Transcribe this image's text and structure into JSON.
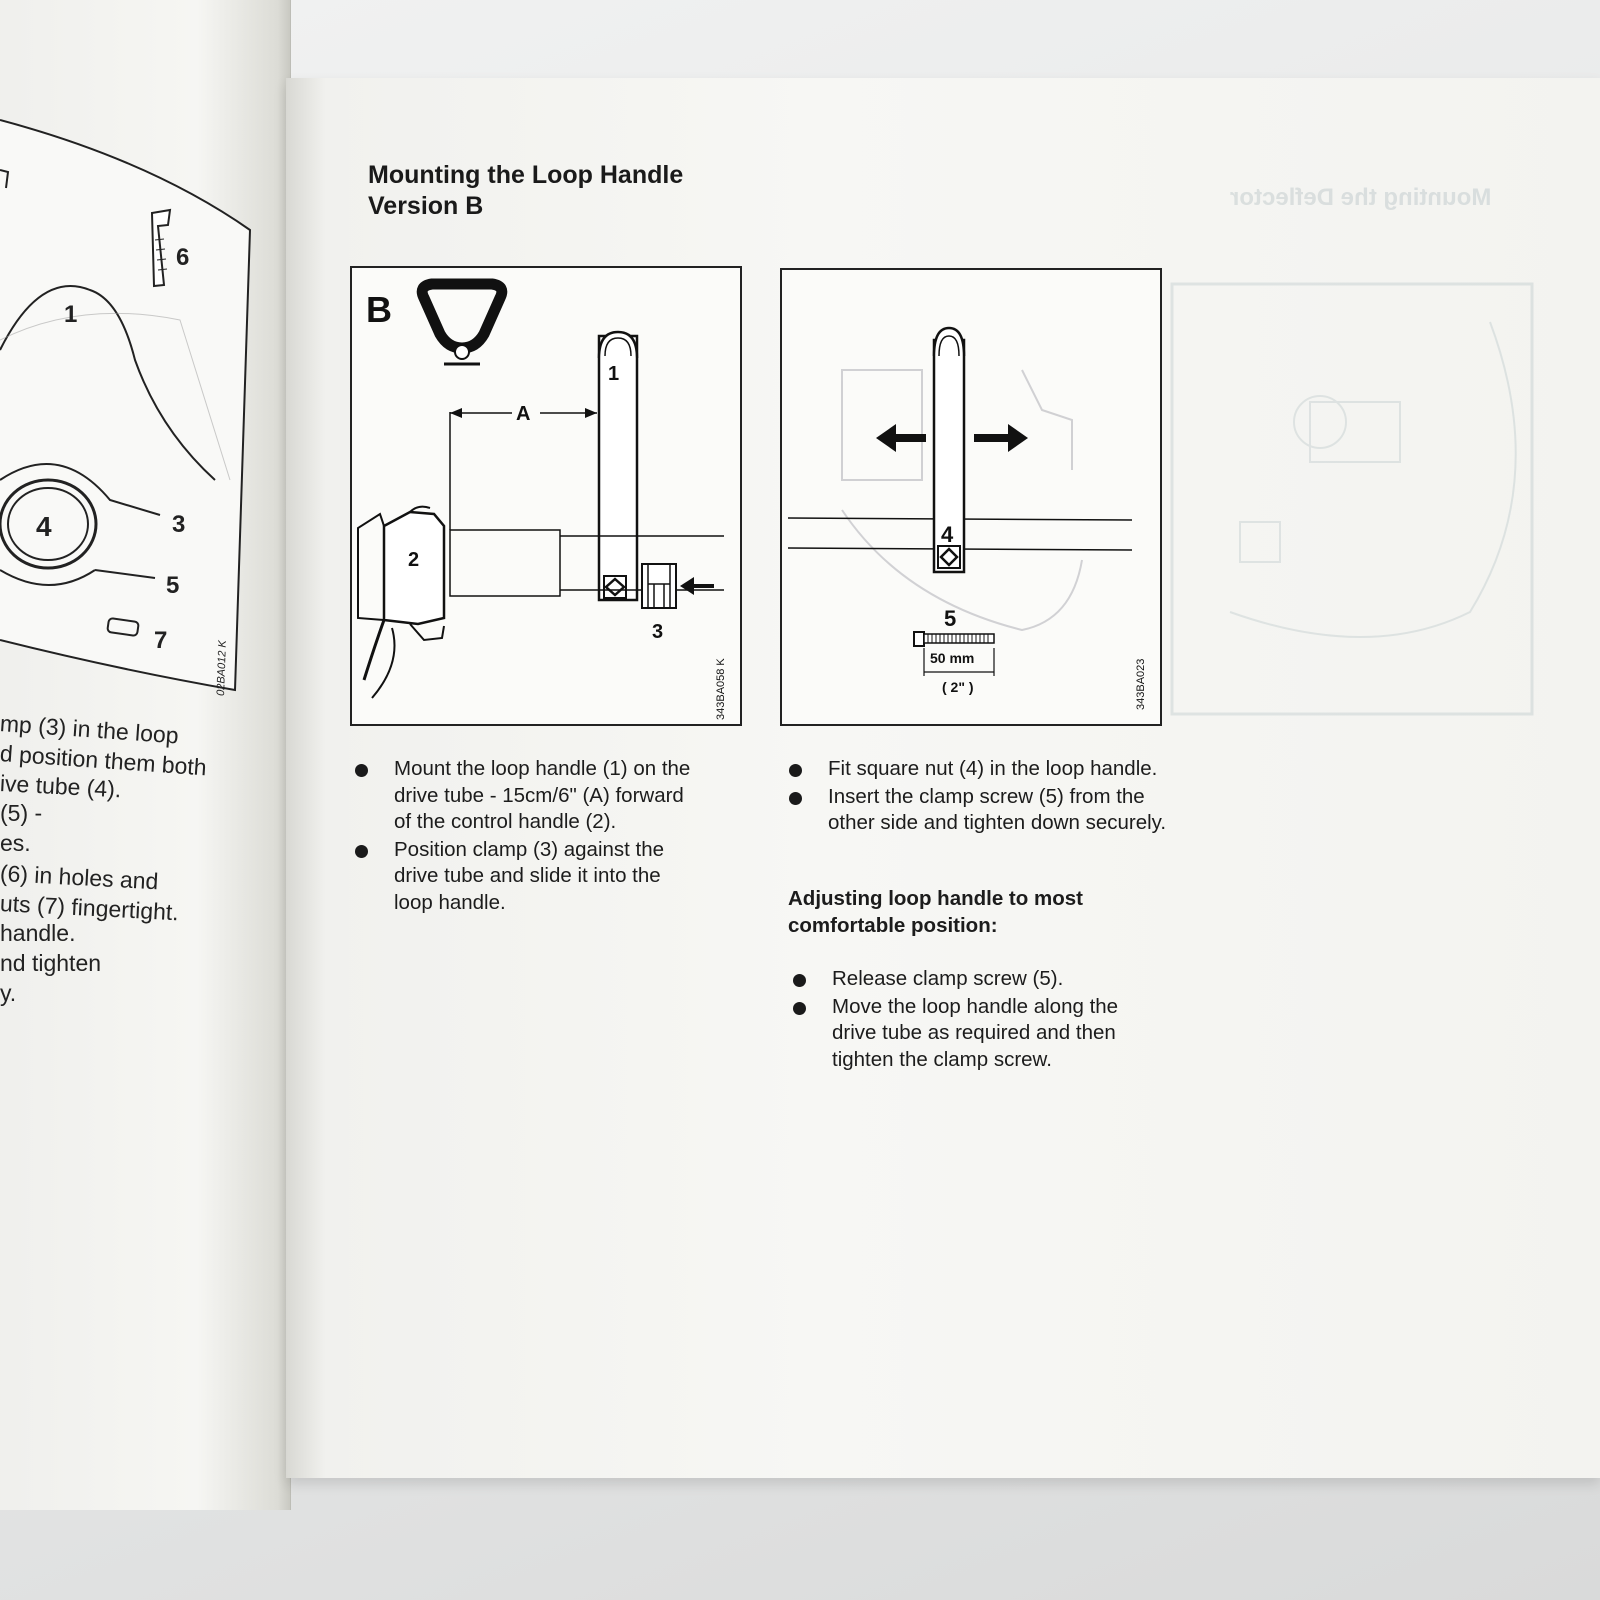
{
  "page": {
    "title_line1": "Mounting the Loop Handle",
    "title_line2": "Version B"
  },
  "figure_b": {
    "version_letter": "B",
    "labels": {
      "handle": "1",
      "dimension": "A",
      "control_handle": "2",
      "clamp": "3"
    },
    "ref_code": "343BA058 K"
  },
  "figure_adjust": {
    "labels": {
      "square_nut": "4",
      "clamp_screw": "5"
    },
    "measurement_metric": "50 mm",
    "measurement_imperial": "( 2\" )",
    "ref_code": "343BA023"
  },
  "instructions_left": [
    {
      "text": "Mount the loop handle (1) on the drive tube - 15cm/6\" (A) forward of the control handle (2)."
    },
    {
      "text": "Position clamp (3) against the drive tube and slide it into the loop handle."
    }
  ],
  "instructions_right": [
    {
      "text": "Fit square nut (4) in the loop handle."
    },
    {
      "text": "Insert the clamp screw (5) from the other side and tighten down securely."
    }
  ],
  "adjust_heading": "Adjusting loop handle to most comfortable position:",
  "adjust_steps": [
    {
      "text": "Release clamp screw (5)."
    },
    {
      "text": "Move the loop handle along the drive tube as required and then tighten the clamp screw."
    }
  ],
  "previous_page": {
    "figure_labels": {
      "l6": "6",
      "l1": "1",
      "l4": "4",
      "l3": "3",
      "l5": "5",
      "l7": "7"
    },
    "ref_code": "02BA012 K",
    "text_lines": [
      "mp (3) in the loop",
      "d position them both",
      "ive tube (4).",
      "(5) -",
      "es.",
      "(6) in holes and",
      "uts (7) fingertight.",
      "handle.",
      "nd tighten",
      "y."
    ]
  },
  "show_through": {
    "title": "Mounting the Deflector"
  }
}
